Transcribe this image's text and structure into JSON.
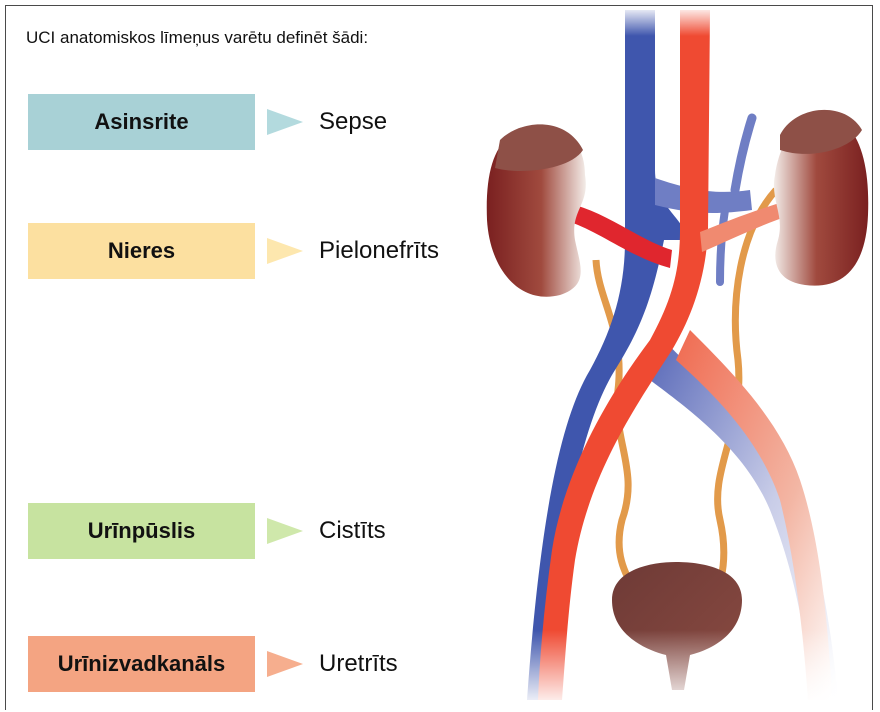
{
  "intro_text": "UCI anatomiskos līmeņus varētu definēt šādi:",
  "levels": [
    {
      "label": "Asinsrite",
      "result": "Sepse",
      "box_color": "#a8d1d6",
      "arrow_color": "#b3dade"
    },
    {
      "label": "Nieres",
      "result": "Pielonefrīts",
      "box_color": "#fce0a0",
      "arrow_color": "#fde7ae"
    },
    {
      "label": "Urīnpūslis",
      "result": "Cistīts",
      "box_color": "#c7e3a0",
      "arrow_color": "#cfe8ab"
    },
    {
      "label": "Urīnizvadkanāls",
      "result": "Uretrīts",
      "box_color": "#f4a482",
      "arrow_color": "#f6ae8e"
    }
  ]
}
